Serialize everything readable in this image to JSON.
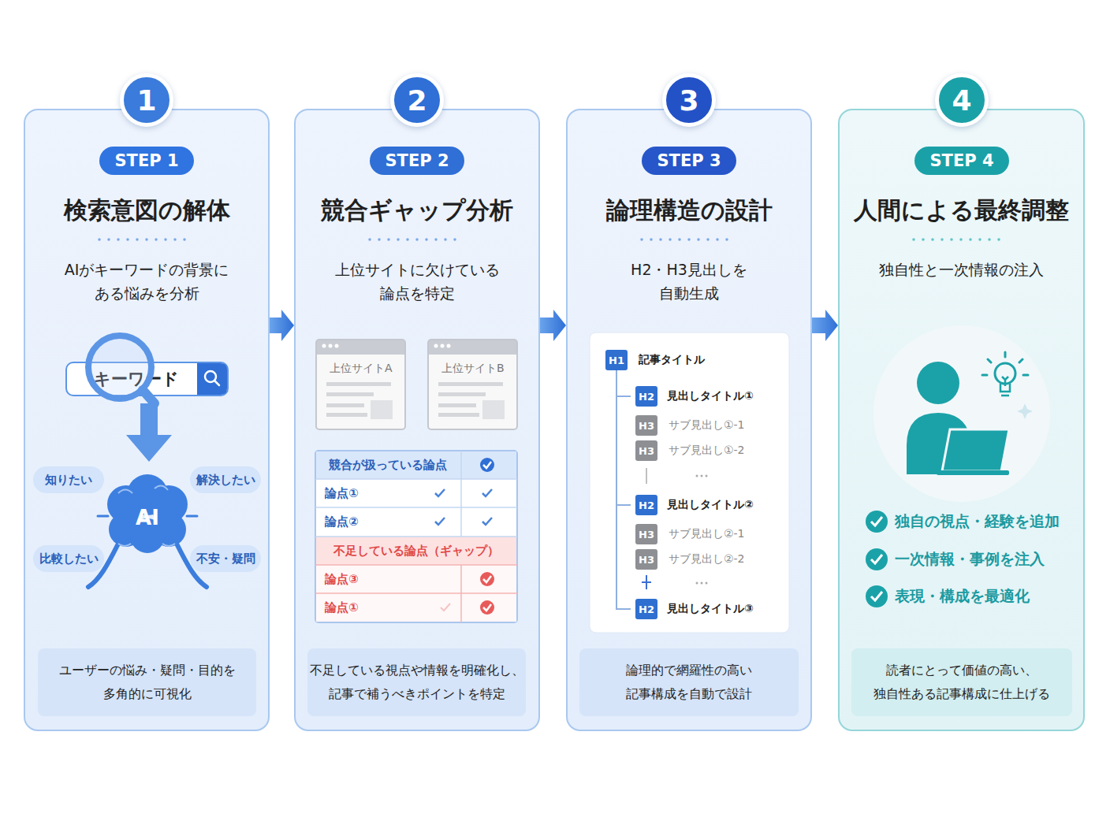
{
  "diagram": {
    "nodes": [
      {
        "text": [
          "検索意図の解体",
          "AIがキーワードの背景に ある悩みを分析"
        ]
      },
      {
        "text": [
          "1"
        ],
        "in": 0
      },
      {
        "text": [
          "STEP 1"
        ],
        "in": 0
      },
      {
        "text": [
          "キーワード"
        ],
        "in": 0
      },
      {
        "text": [
          "知りたい"
        ],
        "in": 0
      },
      {
        "text": [
          "解決したい"
        ],
        "in": 0
      },
      {
        "text": [
          "比較したい"
        ],
        "in": 0
      },
      {
        "text": [
          "不安・疑問"
        ],
        "in": 0
      },
      {
        "text": [
          "ユーザーの悩み・疑問・目的を 多角的に可視化"
        ],
        "in": 0
      },
      {
        "text": [
          "競合ギャップ分析",
          "上位サイトに欠けている 論点を特定"
        ]
      },
      {
        "text": [
          "2"
        ],
        "in": 9
      },
      {
        "text": [
          "STEP 2"
        ],
        "in": 9
      },
      {
        "text": [
          "上位サイトA"
        ],
        "in": 9
      },
      {
        "text": [
          "上位サイトB"
        ],
        "in": 9
      },
      {
        "text": [
          "不足している視点や情報を明確化し、 記事で補うべきポイントを特定"
        ],
        "in": 9
      },
      {
        "text": [
          "論理構造の設計",
          "H2・H3見出しを 自動生成"
        ]
      },
      {
        "text": [
          "3"
        ],
        "in": 15
      },
      {
        "text": [
          "STEP 3"
        ],
        "in": 15
      },
      {
        "text": [
          "H1"
        ],
        "in": 15
      },
      {
        "text": [
          "H2"
        ],
        "in": 15
      },
      {
        "text": [
          "H3"
        ],
        "in": 15
      },
      {
        "text": [
          "H3"
        ],
        "in": 15
      },
      {
        "text": [
          "H2"
        ],
        "in": 15
      },
      {
        "text": [
          "H3"
        ],
        "in": 15
      },
      {
        "text": [
          "H3"
        ],
        "in": 15
      },
      {
        "text": [
          "H2"
        ],
        "in": 15
      },
      {
        "text": [
          "論理的で網羅性の高い 記事構成を自動で設計"
        ],
        "in": 15
      },
      {
        "text": [
          "人間による最終調整",
          "独自性と一次情報の注入"
        ]
      },
      {
        "text": [
          "4"
        ],
        "in": 27
      },
      {
        "text": [
          "STEP 4"
        ],
        "in": 27
      },
      {
        "text": [
          "読者にとって価値の高い、 独自性ある記事構成に仕上げる"
        ],
        "in": 27
      }
    ],
    "edges": [
      {
        "from": 0,
        "to": 9,
        "arrow": "to"
      },
      {
        "from": 9,
        "to": 15,
        "arrow": "to"
      },
      {
        "from": 15,
        "to": 27,
        "arrow": "to"
      }
    ],
    "labels": [
      "AI",
      "競合が扱っている論点",
      "論点①",
      "論点②",
      "不足している論点（ギャップ）",
      "論点③",
      "論点①",
      "記事タイトル",
      "見出しタイトル①",
      "サブ見出し①-1",
      "サブ見出し①-2",
      "見出しタイトル②",
      "サブ見出し②-1",
      "サブ見出し②-2",
      "見出しタイトル③",
      "独自の視点・経験を追加",
      "一次情報・事例を注入",
      "表現・構成を最適化"
    ]
  }
}
